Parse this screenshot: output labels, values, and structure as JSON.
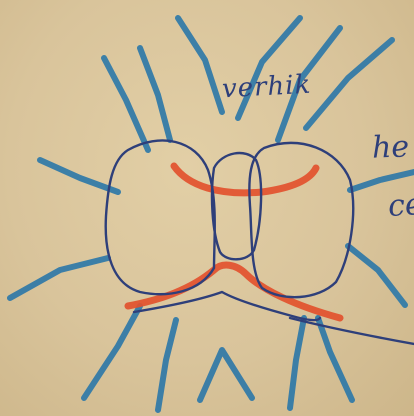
{
  "labels": {
    "top_word": "verhik",
    "right_fragment_1": "he",
    "right_fragment_2": "ce"
  },
  "colors": {
    "paper": "#d9c49b",
    "outline_ink": "#2e3f7a",
    "radiating_strokes": "#2f79a8",
    "accent_strokes": "#e2512e"
  }
}
